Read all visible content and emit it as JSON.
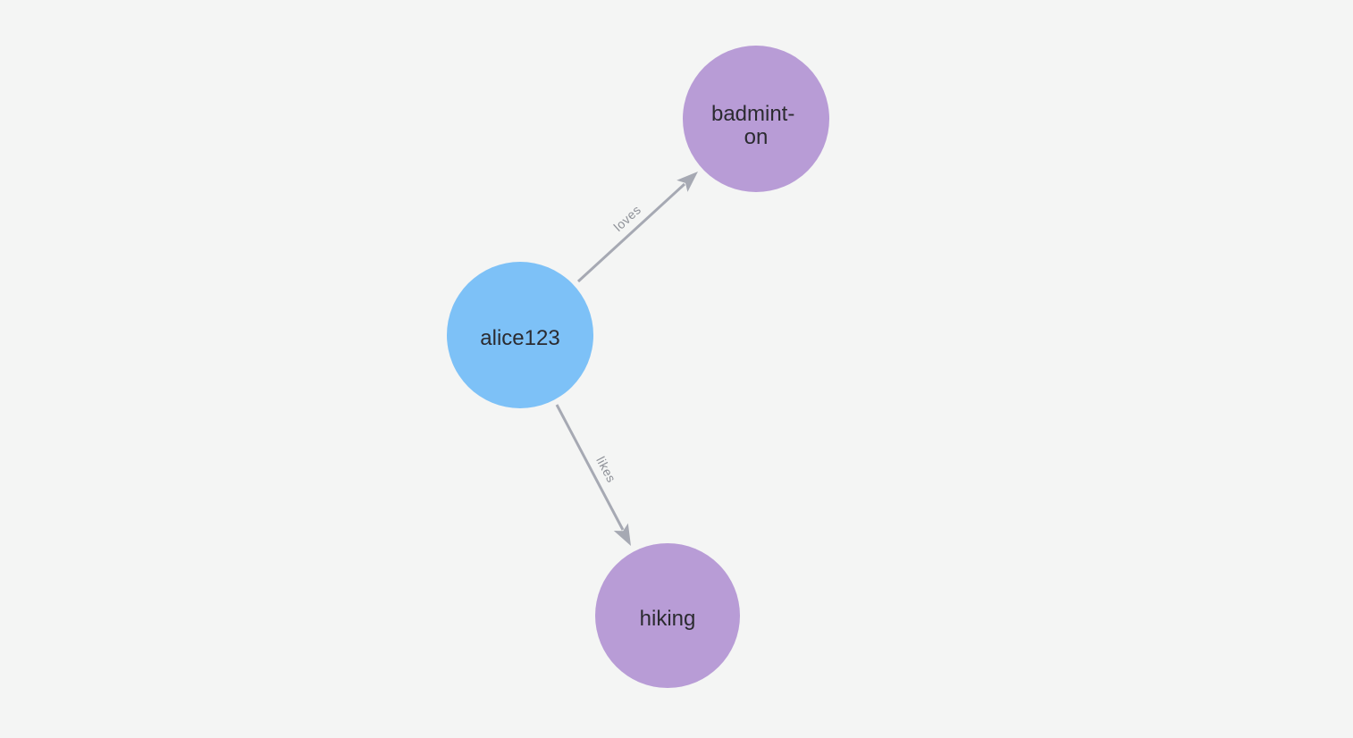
{
  "graph": {
    "nodes": [
      {
        "id": "alice123",
        "label": "alice123",
        "lines": [
          "alice123"
        ],
        "color": "#7dc1f7"
      },
      {
        "id": "badminton",
        "label": "badminton",
        "lines": [
          "badmint-",
          "on"
        ],
        "color": "#b89cd6"
      },
      {
        "id": "hiking",
        "label": "hiking",
        "lines": [
          "hiking"
        ],
        "color": "#b89cd6"
      }
    ],
    "edges": [
      {
        "from": "alice123",
        "to": "badminton",
        "label": "loves"
      },
      {
        "from": "alice123",
        "to": "hiking",
        "label": "likes"
      }
    ]
  },
  "colors": {
    "background": "#f4f5f4",
    "person_node": "#7dc1f7",
    "interest_node": "#b89cd6",
    "edge": "#a6a9b3",
    "edge_label": "#8d9097",
    "node_label": "#2b2b30"
  }
}
